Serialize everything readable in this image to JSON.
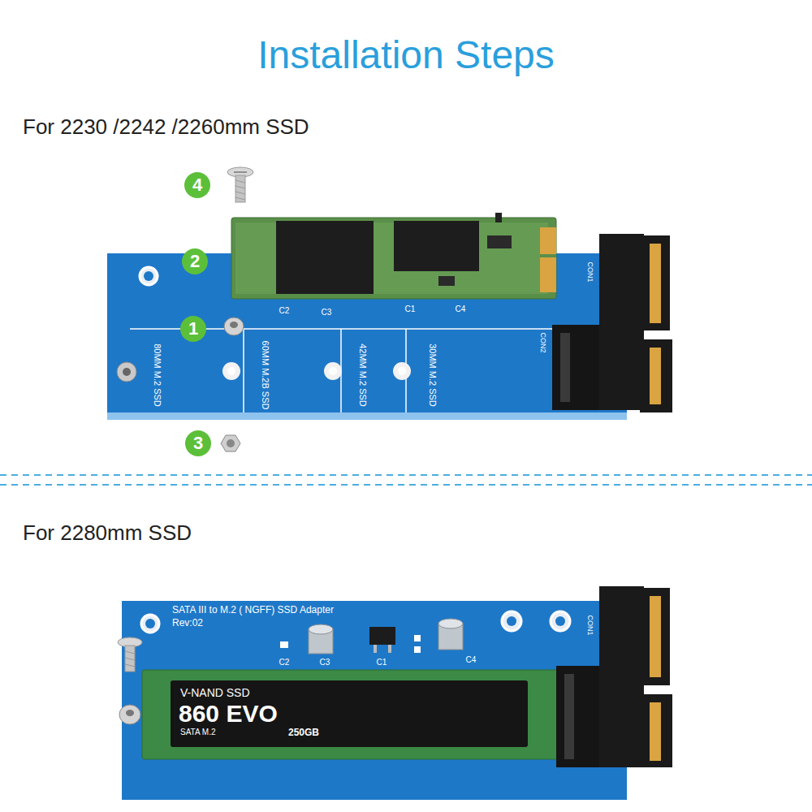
{
  "diagram": {
    "title": "Installation Steps",
    "labels": [
      "For 2230 /2242 /2260mm SSD",
      "4",
      "2",
      "1",
      "3",
      "80MM M.2 SSD",
      "60MM M.2B SSD",
      "42MM M.2 SSD",
      "30MM M.2 SSD",
      "C2",
      "C3",
      "C1",
      "C4",
      "CON2",
      "CON1",
      "For 2280mm SSD",
      "SATA III to M.2 ( NGFF) SSD Adapter",
      "Rev:02",
      "C2",
      "C3",
      "C1",
      "C4",
      "CON1",
      "V-NAND SSD",
      "860 EVO",
      "SATA M.2",
      "250GB"
    ]
  }
}
